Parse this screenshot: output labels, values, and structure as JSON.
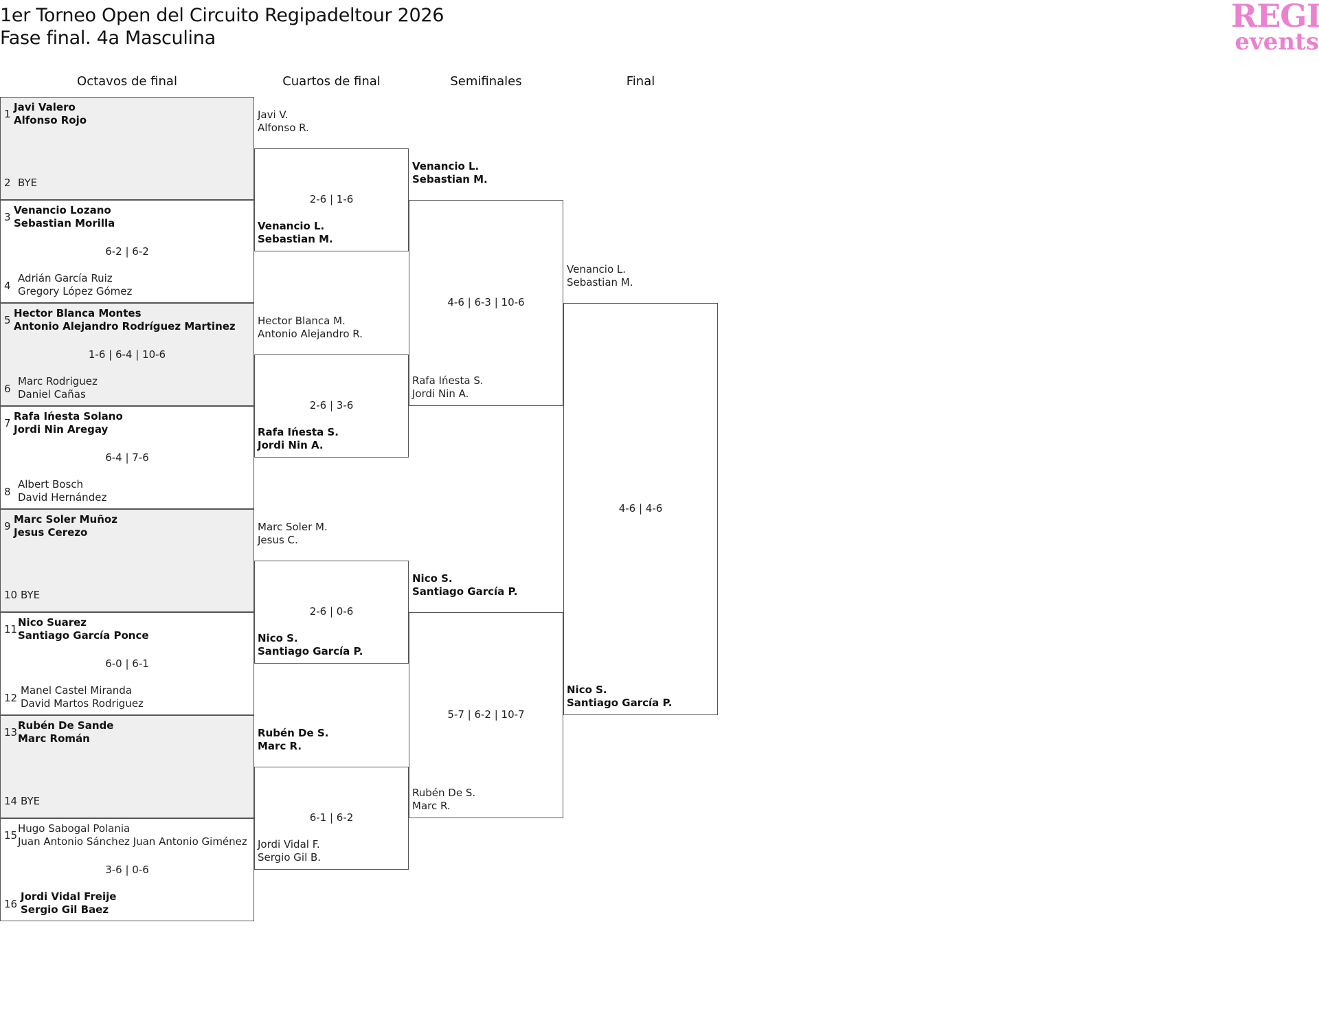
{
  "header": {
    "title": "1er Torneo Open del Circuito Regipadeltour 2026",
    "subtitle": "Fase final. 4a Masculina",
    "logo_line1": "REGI",
    "logo_line2": "events"
  },
  "rounds": [
    "Octavos de final",
    "Cuartos de final",
    "Semifinales",
    "Final"
  ],
  "octavos": [
    {
      "seed_a": "1",
      "a": [
        "Javi Valero",
        "Alfonso Rojo"
      ],
      "seed_b": "2",
      "b": [
        "BYE"
      ],
      "score": "",
      "winner": "a",
      "shaded": true
    },
    {
      "seed_a": "3",
      "a": [
        "Venancio Lozano",
        "Sebastian Morilla"
      ],
      "seed_b": "4",
      "b": [
        "Adrián García Ruiz",
        "Gregory López Gómez"
      ],
      "score": "6-2 | 6-2",
      "winner": "a",
      "shaded": false
    },
    {
      "seed_a": "5",
      "a": [
        "Hector Blanca Montes",
        "Antonio Alejandro Rodríguez Martinez"
      ],
      "seed_b": "6",
      "b": [
        "Marc Rodriguez",
        "Daniel Cañas"
      ],
      "score": "1-6 | 6-4 | 10-6",
      "winner": "a",
      "shaded": true
    },
    {
      "seed_a": "7",
      "a": [
        "Rafa Ińesta Solano",
        "Jordi Nin Aregay"
      ],
      "seed_b": "8",
      "b": [
        "Albert Bosch",
        "David Hernández"
      ],
      "score": "6-4 | 7-6",
      "winner": "a",
      "shaded": false
    },
    {
      "seed_a": "9",
      "a": [
        "Marc Soler Muñoz",
        "Jesus Cerezo"
      ],
      "seed_b": "10",
      "b": [
        "BYE"
      ],
      "score": "",
      "winner": "a",
      "shaded": true
    },
    {
      "seed_a": "11",
      "a": [
        "Nico Suarez",
        "Santiago García Ponce"
      ],
      "seed_b": "12",
      "b": [
        "Manel Castel Miranda",
        "David Martos Rodriguez"
      ],
      "score": "6-0 | 6-1",
      "winner": "a",
      "shaded": false
    },
    {
      "seed_a": "13",
      "a": [
        "Rubén De Sande",
        "Marc Román"
      ],
      "seed_b": "14",
      "b": [
        "BYE"
      ],
      "score": "",
      "winner": "a",
      "shaded": true
    },
    {
      "seed_a": "15",
      "a": [
        "Hugo Sabogal Polania",
        "Juan Antonio Sánchez Juan Antonio Giménez"
      ],
      "seed_b": "16",
      "b": [
        "Jordi Vidal Freije",
        "Sergio Gil Baez"
      ],
      "score": "3-6 | 0-6",
      "winner": "b",
      "shaded": false
    }
  ],
  "cuartos": [
    {
      "a": [
        "Javi V.",
        "Alfonso R."
      ],
      "b": [
        "Venancio L.",
        "Sebastian M."
      ],
      "score": "2-6 | 1-6",
      "winner": "b"
    },
    {
      "a": [
        "Hector Blanca M.",
        "Antonio Alejandro R."
      ],
      "b": [
        "Rafa Ińesta S.",
        "Jordi Nin A."
      ],
      "score": "2-6 | 3-6",
      "winner": "b"
    },
    {
      "a": [
        "Marc Soler M.",
        "Jesus C."
      ],
      "b": [
        "Nico S.",
        "Santiago García P."
      ],
      "score": "2-6 | 0-6",
      "winner": "b"
    },
    {
      "a": [
        "Rubén De S.",
        "Marc R."
      ],
      "b": [
        "Jordi Vidal F.",
        "Sergio Gil B."
      ],
      "score": "6-1 | 6-2",
      "winner": "a"
    }
  ],
  "semis": [
    {
      "a": [
        "Venancio L.",
        "Sebastian M."
      ],
      "b": [
        "Rafa Ińesta S.",
        "Jordi Nin A."
      ],
      "score": "4-6 | 6-3 | 10-6",
      "winner": "a"
    },
    {
      "a": [
        "Nico S.",
        "Santiago García P."
      ],
      "b": [
        "Rubén De S.",
        "Marc R."
      ],
      "score": "5-7 | 6-2 | 10-7",
      "winner": "a"
    }
  ],
  "final": [
    {
      "a": [
        "Venancio L.",
        "Sebastian M."
      ],
      "b": [
        "Nico S.",
        "Santiago García P."
      ],
      "score": "4-6 | 4-6",
      "winner": "b"
    }
  ]
}
